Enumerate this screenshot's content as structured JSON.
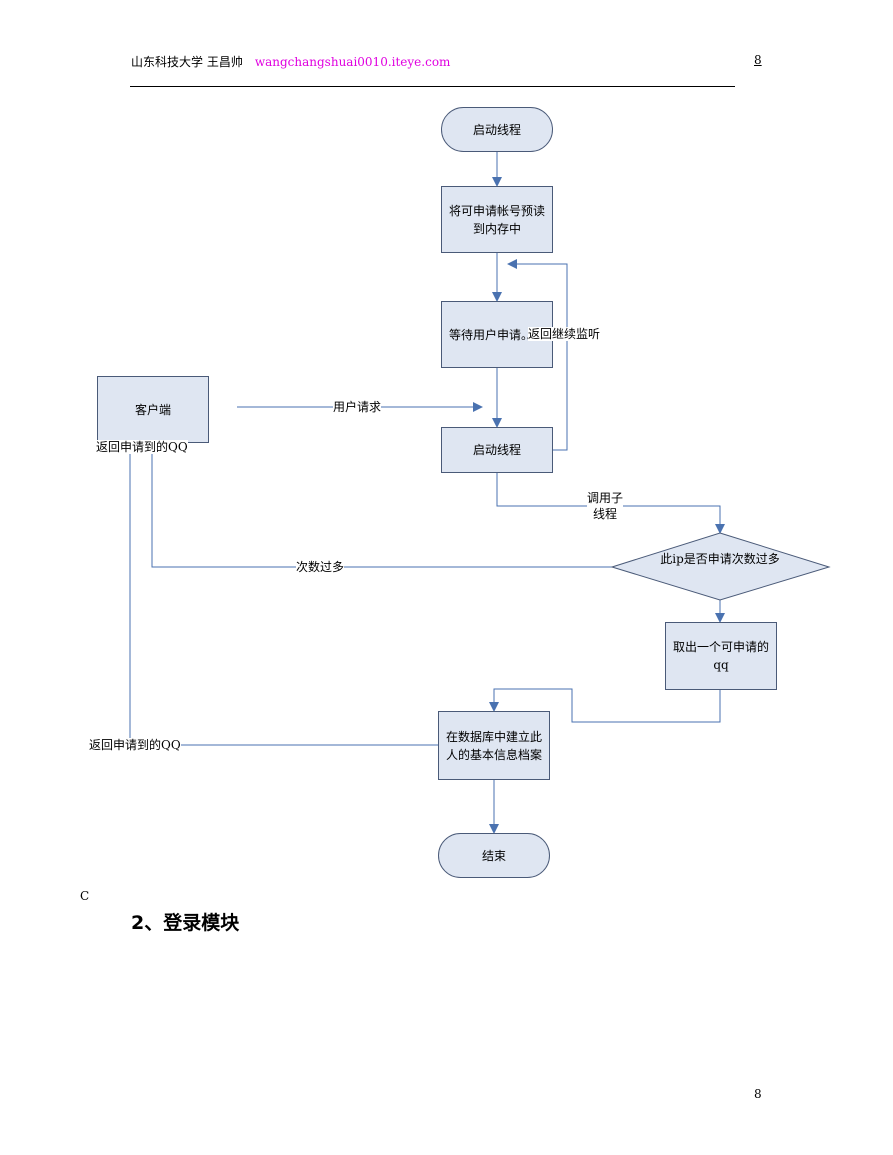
{
  "header": {
    "school_author": "山东科技大学 王昌帅",
    "link": "wangchangshuai0010.iteye.com",
    "page_num": "8"
  },
  "flowchart": {
    "start": "启动线程",
    "preload": "将可申请帐号预读到内存中",
    "wait": "等待用户申请。。。",
    "client": "客户端",
    "start_thread2": "启动线程",
    "decision": "此ip是否申请次数过多",
    "take_qq": "取出一个可申请的qq",
    "create_profile": "在数据库中建立此人的基本信息档案",
    "end": "结束",
    "labels": {
      "continue_listen": "返回继续监听",
      "user_request": "用户请求",
      "return_qq_top": "返回申请到的QQ",
      "call_child": "调用子线程",
      "too_many": "次数过多",
      "return_qq_bottom": "返回申请到的QQ"
    }
  },
  "stray_char": "C",
  "section_title": "2、登录模块",
  "footer": {
    "page_num": "8"
  }
}
